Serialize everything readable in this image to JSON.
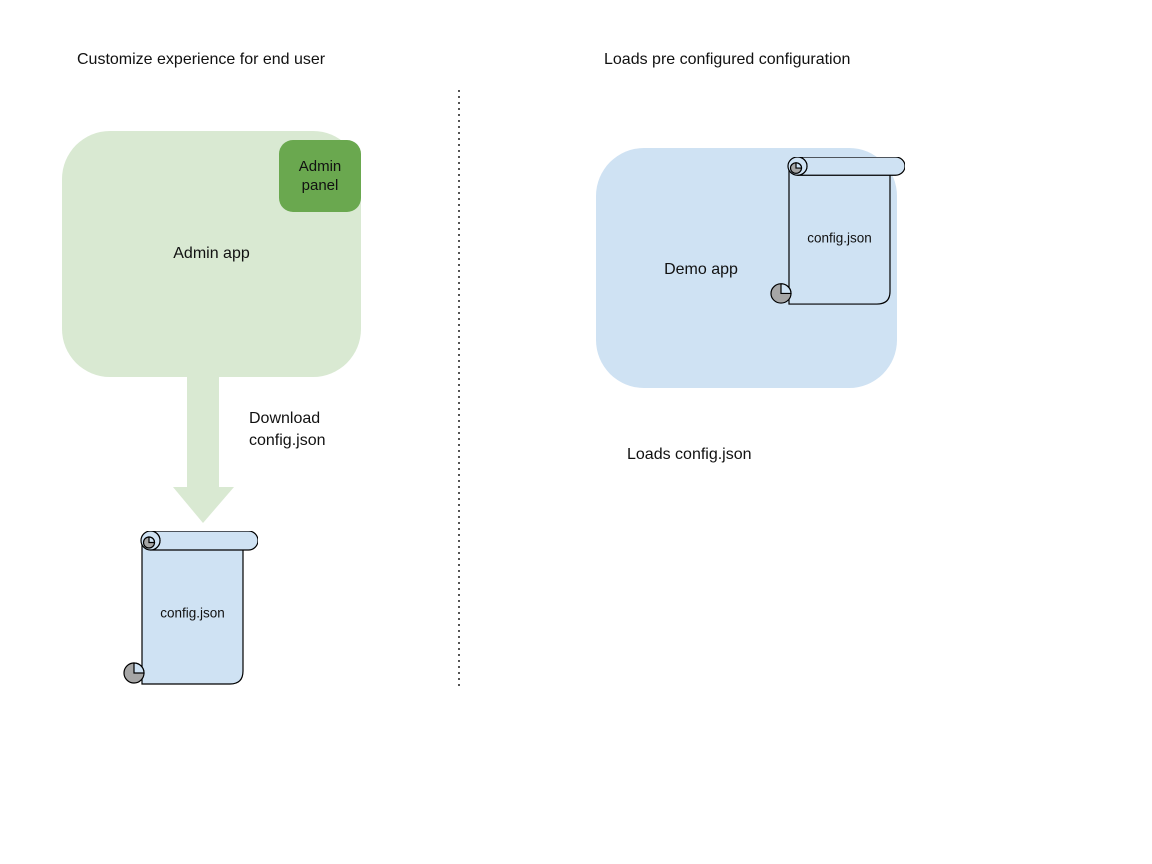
{
  "colors": {
    "green-light": "#d9e9d2",
    "green-dark": "#6aa84f",
    "blue-light": "#cfe2f3",
    "roll-gray": "#a6a6a6",
    "outline": "#000000"
  },
  "left": {
    "title": "Customize experience for end user",
    "admin_app_label": "Admin app",
    "admin_panel_label": "Admin panel",
    "download_label": "Download config.json",
    "config_file_label": "config.json"
  },
  "right": {
    "title": "Loads pre configured configuration",
    "demo_app_label": "Demo app",
    "config_file_label": "config.json",
    "caption": "Loads config.json"
  }
}
